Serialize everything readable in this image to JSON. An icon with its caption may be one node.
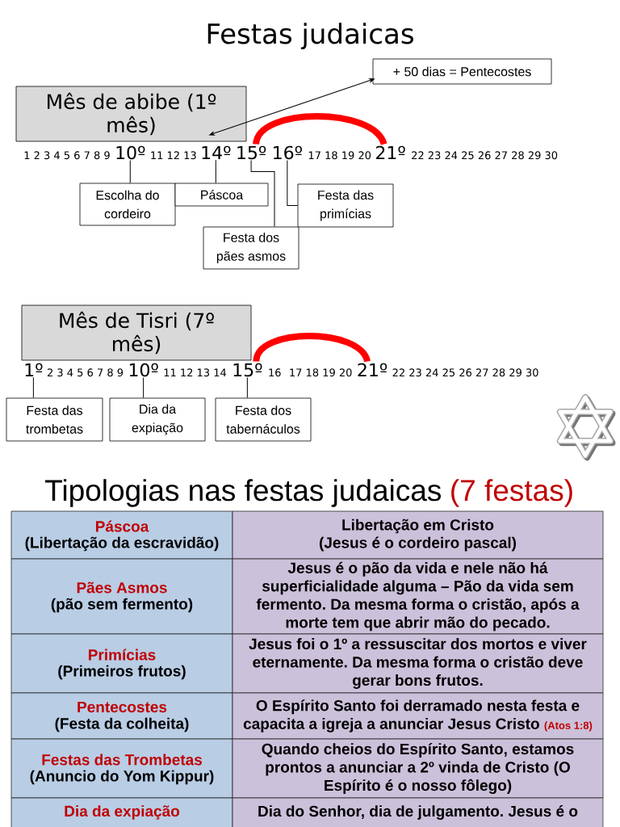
{
  "diagram": {
    "title": "Festas judaicas",
    "nodes": [
      {
        "text": [
          "+ 50 dias = Pentecostes"
        ]
      },
      {
        "text": [
          "Mês de abibe (1º mês)"
        ]
      },
      {
        "text": [
          "10º"
        ]
      },
      {
        "text": [
          "14º"
        ]
      },
      {
        "text": [
          "15º"
        ]
      },
      {
        "text": [
          "16º"
        ]
      },
      {
        "text": [
          "21º"
        ]
      },
      {
        "text": [
          "Escolha do cordeiro"
        ]
      },
      {
        "text": [
          "Páscoa"
        ]
      },
      {
        "text": [
          "Festa das primícias"
        ]
      },
      {
        "text": [
          "Festa dos pães asmos"
        ]
      },
      {
        "text": [
          "Mês de Tisri (7º mês)"
        ]
      },
      {
        "text": [
          "1º"
        ]
      },
      {
        "text": [
          "10º"
        ]
      },
      {
        "text": [
          "15º"
        ]
      },
      {
        "text": [
          "21º"
        ]
      },
      {
        "text": [
          "Festa das trombetas"
        ]
      },
      {
        "text": [
          "Dia da expiação"
        ]
      },
      {
        "text": [
          "Festa dos tabernáculos"
        ]
      }
    ],
    "edges": [
      {
        "from": 0,
        "to": 1,
        "arrow": "both"
      },
      {
        "from": 4,
        "to": 6,
        "arrow": "none",
        "style": "thick",
        "color": "#ff0000"
      },
      {
        "from": 2,
        "to": 7,
        "arrow": "none"
      },
      {
        "from": 3,
        "to": 8,
        "arrow": "none"
      },
      {
        "from": 4,
        "to": 10,
        "arrow": "none"
      },
      {
        "from": 5,
        "to": 9,
        "arrow": "none"
      },
      {
        "from": 14,
        "to": 15,
        "arrow": "none",
        "style": "thick",
        "color": "#ff0000"
      },
      {
        "from": 12,
        "to": 16,
        "arrow": "none"
      },
      {
        "from": 13,
        "to": 17,
        "arrow": "none"
      },
      {
        "from": 14,
        "to": 18,
        "arrow": "none"
      }
    ],
    "labels": [
      "1 2 3 4 5 6 7 8 9",
      "11 12 13",
      "17 18 19 20",
      "22 23 24 25 26 27 28 29 30",
      "2 3 4 5 6 7 8 9",
      "11 12 13 14",
      "16",
      "17 18 19 20",
      "22 23 24 25 26 27 28 29 30",
      "Tipologias nas festas judaicas",
      "(7 festas)",
      "Páscoa",
      "(Libertação da escravidão)",
      "Libertação em Cristo",
      "(Jesus é o cordeiro pascal)",
      "Pães Asmos",
      "(pão sem fermento)",
      "Jesus é o pão da vida e nele não há superficialidade alguma – Pão da vida sem fermento. Da mesma forma o cristão, após a morte tem que abrir mão do pecado.",
      "Primícias",
      "(Primeiros frutos)",
      "Jesus foi o 1º a ressuscitar dos mortos e viver eternamente. Da mesma forma o cristão deve gerar bons frutos.",
      "Pentecostes",
      "(Festa da colheita)",
      "O Espírito Santo foi derramado nesta festa e capacita a igreja a anunciar Jesus Cristo",
      "(Atos 1:8)",
      "Festas das Trombetas",
      "(Anuncio do Yom Kippur)",
      "Quando cheios do Espírito Santo, estamos prontos a anunciar a 2º vinda de Cristo (O Espírito é o nosso fôlego)",
      "Dia da expiação",
      "Dia do Senhor, dia de julgamento. Jesus é o"
    ]
  }
}
